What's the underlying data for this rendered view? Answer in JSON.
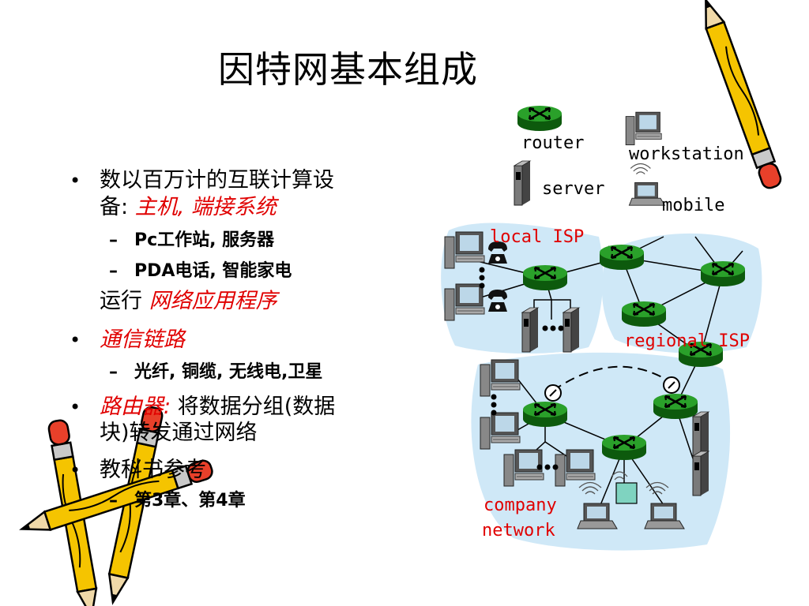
{
  "title": "因特网基本组成",
  "bullets": {
    "b1": {
      "main": "数以百万计的互联计算设",
      "cont_plain": "备:",
      "cont_red": "主机, 端接系统"
    },
    "b1_sub1": "Pc工作站, 服务器",
    "b1_sub2": "PDA电话, 智能家电",
    "b1_run_plain": "运行",
    "b1_run_red": "网络应用程序",
    "b2_red": "通信链路",
    "b2_sub1": "光纤, 铜缆, 无线电,卫星",
    "b3_red": "路由器:",
    "b3_plain": "将数据分组(数据",
    "b3_cont": "块)转发通过网络",
    "b4": "教科书参考",
    "b4_sub1": "第3章、第4章"
  },
  "legend": {
    "router": "router",
    "server": "server",
    "workstation": "workstation",
    "mobile": "mobile"
  },
  "network_labels": {
    "local_isp": "local ISP",
    "regional_isp": "regional ISP",
    "company_line1": "company",
    "company_line2": "network"
  },
  "colors": {
    "router_green": "#2aa02a",
    "router_dark": "#0d5a0d",
    "blob_blue": "#cfe8f7",
    "accent_red": "#e00000",
    "pencil_yellow": "#f5c400",
    "pencil_red": "#e8402a"
  },
  "icons": [
    "router-icon",
    "server-icon",
    "workstation-icon",
    "mobile-icon",
    "phone-icon",
    "pencil-icon"
  ]
}
